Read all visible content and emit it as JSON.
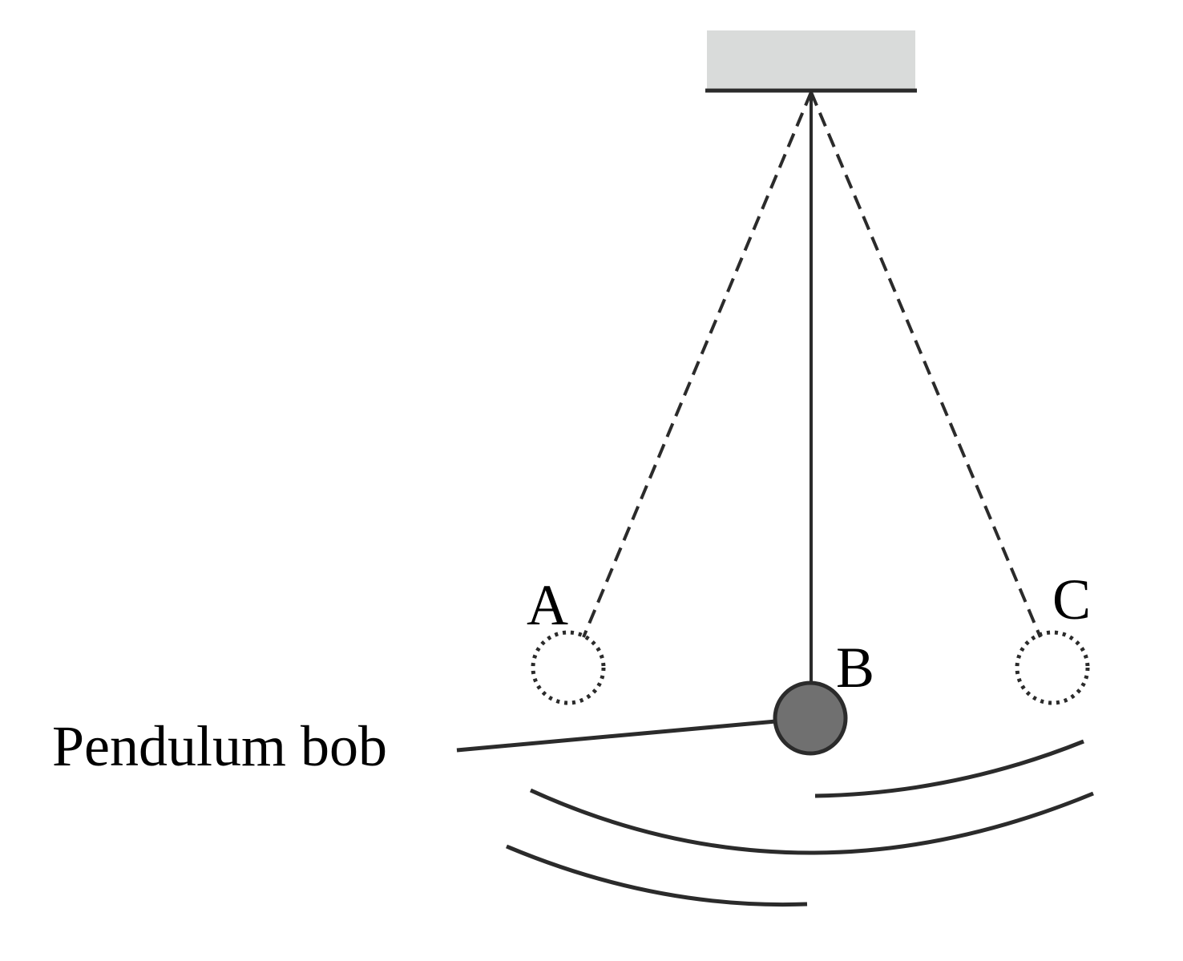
{
  "labels": {
    "a": "A",
    "b": "B",
    "c": "C",
    "bob": "Pendulum bob"
  },
  "colors": {
    "line": "#2b2b2b",
    "support": "#d9dbda",
    "bob": "#707070"
  }
}
